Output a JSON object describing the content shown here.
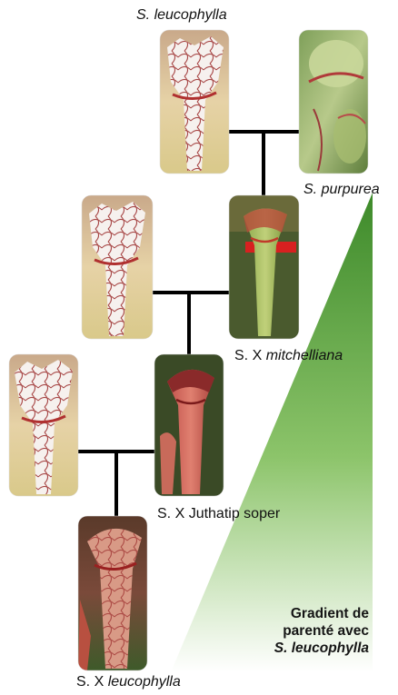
{
  "labels": {
    "gen1_parent_a": "S. leucophylla",
    "gen1_parent_b": "S. purpurea",
    "gen2_hybrid_prefix": "S. X ",
    "gen2_hybrid_name": "mitchelliana",
    "gen3_hybrid_prefix": "S. X ",
    "gen3_hybrid_name": "Juthatip soper",
    "gen4_hybrid_prefix": "S. X ",
    "gen4_hybrid_name": "leucophylla"
  },
  "gradient_note": {
    "line1": "Gradient de",
    "line2": "parenté avec",
    "line3": "S. leucophylla"
  },
  "colors": {
    "gradient_top": "#3d8a2a",
    "gradient_bottom": "#ffffff",
    "connector": "#000000"
  },
  "photos": [
    {
      "species": "S. leucophylla",
      "style": "white-veined"
    },
    {
      "species": "S. purpurea",
      "style": "green-red"
    },
    {
      "species": "S. leucophylla",
      "style": "white-veined"
    },
    {
      "species": "S. X mitchelliana",
      "style": "green-red"
    },
    {
      "species": "S. leucophylla",
      "style": "white-veined"
    },
    {
      "species": "S. X Juthatip soper",
      "style": "red"
    },
    {
      "species": "S. X leucophylla",
      "style": "red-veined"
    }
  ]
}
